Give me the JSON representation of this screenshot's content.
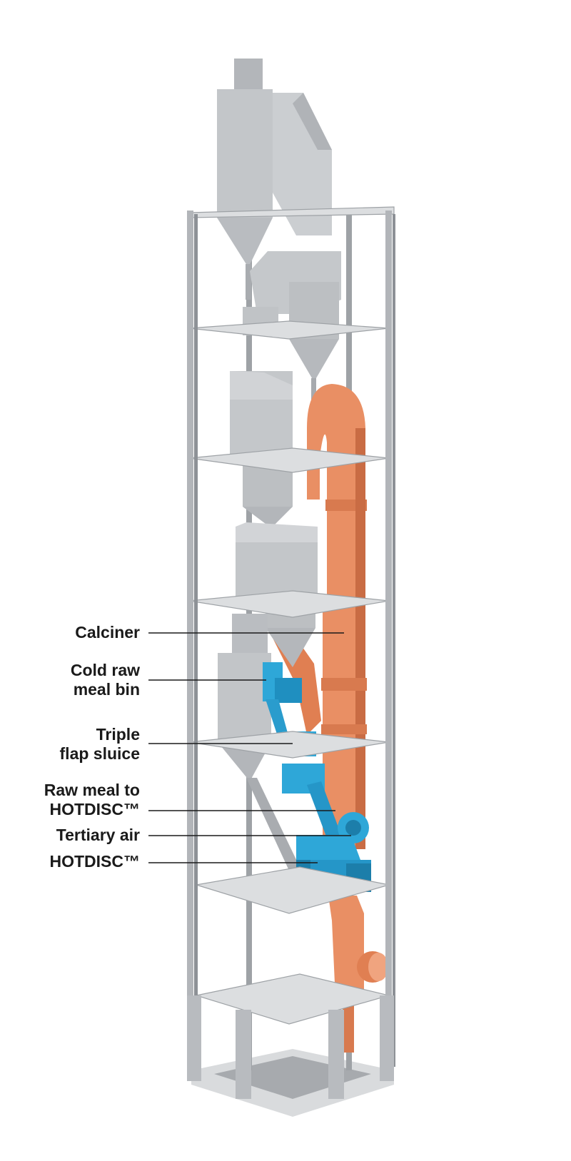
{
  "colors": {
    "structure": "#b8bbbf",
    "structure_dark": "#8d9196",
    "cyclone": "#c9cbce",
    "calciner": "#e98f64",
    "calciner_dark": "#c96c44",
    "hotdisc": "#2ea7d8",
    "hotdisc_dark": "#1c7eaa",
    "leader_line": "#1a1a1a"
  },
  "labels": [
    {
      "id": "calciner",
      "lines": [
        "Calciner"
      ]
    },
    {
      "id": "cold-raw-meal-bin",
      "lines": [
        "Cold raw",
        "meal bin"
      ]
    },
    {
      "id": "triple-flap-sluice",
      "lines": [
        "Triple",
        "flap sluice"
      ]
    },
    {
      "id": "raw-meal-to-hotdisc",
      "lines": [
        "Raw meal to",
        "HOTDISC™"
      ]
    },
    {
      "id": "tertiary-air",
      "lines": [
        "Tertiary air"
      ]
    },
    {
      "id": "hotdisc",
      "lines": [
        "HOTDISC™"
      ]
    }
  ]
}
